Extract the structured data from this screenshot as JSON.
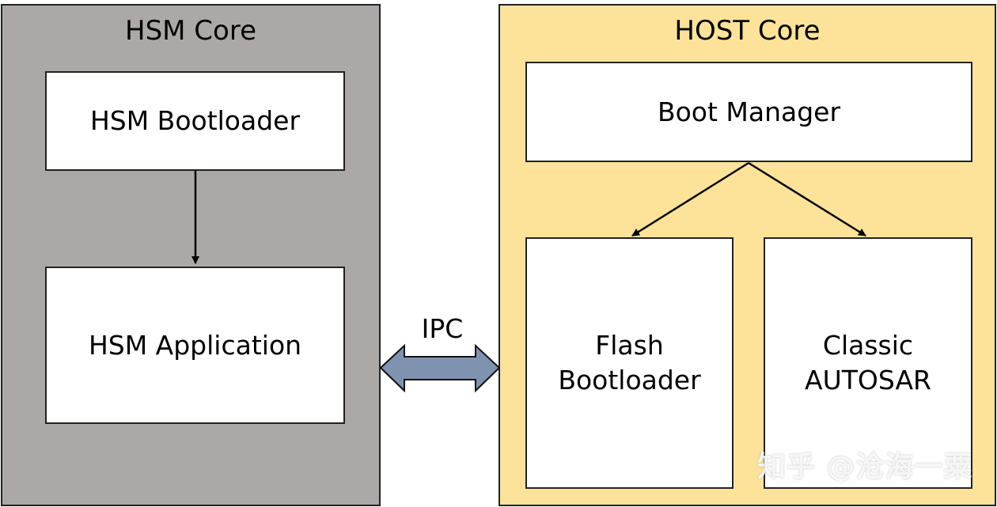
{
  "hsm_core": {
    "title": "HSM Core",
    "bootloader": "HSM Bootloader",
    "application": "HSM Application"
  },
  "ipc": {
    "label": "IPC"
  },
  "host_core": {
    "title": "HOST Core",
    "boot_manager": "Boot Manager",
    "flash_bootloader": [
      "Flash",
      "Bootloader"
    ],
    "classic_autosar": [
      "Classic",
      "AUTOSAR"
    ]
  },
  "watermark": "知乎 @沧海一粟",
  "colors": {
    "hsm_background": "#aba8a7",
    "host_background": "#fde39a",
    "ipc_arrow_fill": "#7f93b0",
    "box_fill": "#ffffff",
    "border": "#222222"
  }
}
